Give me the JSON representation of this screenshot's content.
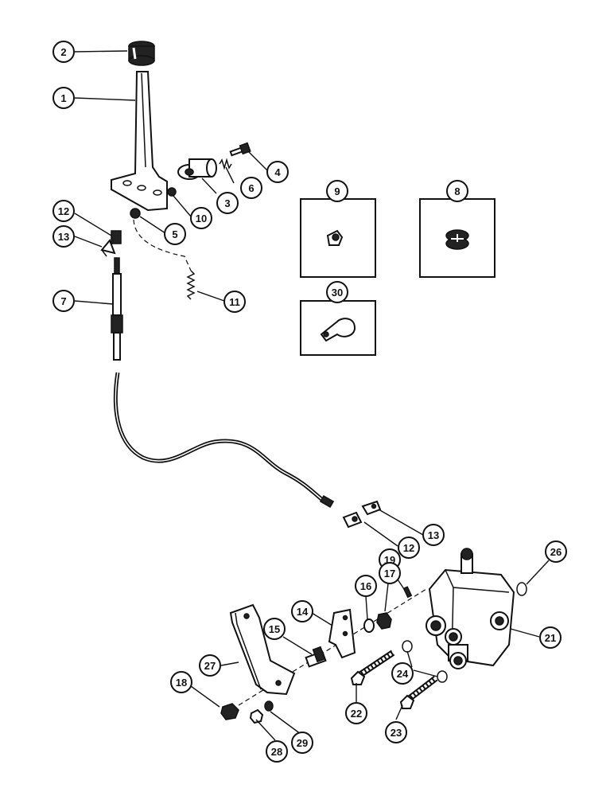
{
  "callouts": [
    {
      "id": "c1",
      "label": "1"
    },
    {
      "id": "c2",
      "label": "2"
    },
    {
      "id": "c3",
      "label": "3"
    },
    {
      "id": "c4",
      "label": "4"
    },
    {
      "id": "c5",
      "label": "5"
    },
    {
      "id": "c6",
      "label": "6"
    },
    {
      "id": "c7",
      "label": "7"
    },
    {
      "id": "c8",
      "label": "8"
    },
    {
      "id": "c9",
      "label": "9"
    },
    {
      "id": "c10",
      "label": "10"
    },
    {
      "id": "c11",
      "label": "11"
    },
    {
      "id": "c12a",
      "label": "12"
    },
    {
      "id": "c12b",
      "label": "12"
    },
    {
      "id": "c13a",
      "label": "13"
    },
    {
      "id": "c13b",
      "label": "13"
    },
    {
      "id": "c14",
      "label": "14"
    },
    {
      "id": "c15",
      "label": "15"
    },
    {
      "id": "c16",
      "label": "16"
    },
    {
      "id": "c17",
      "label": "17"
    },
    {
      "id": "c18",
      "label": "18"
    },
    {
      "id": "c19",
      "label": "19"
    },
    {
      "id": "c21",
      "label": "21"
    },
    {
      "id": "c22",
      "label": "22"
    },
    {
      "id": "c23",
      "label": "23"
    },
    {
      "id": "c24",
      "label": "24"
    },
    {
      "id": "c26",
      "label": "26"
    },
    {
      "id": "c27",
      "label": "27"
    },
    {
      "id": "c28",
      "label": "28"
    },
    {
      "id": "c29",
      "label": "29"
    },
    {
      "id": "c30",
      "label": "30"
    }
  ]
}
